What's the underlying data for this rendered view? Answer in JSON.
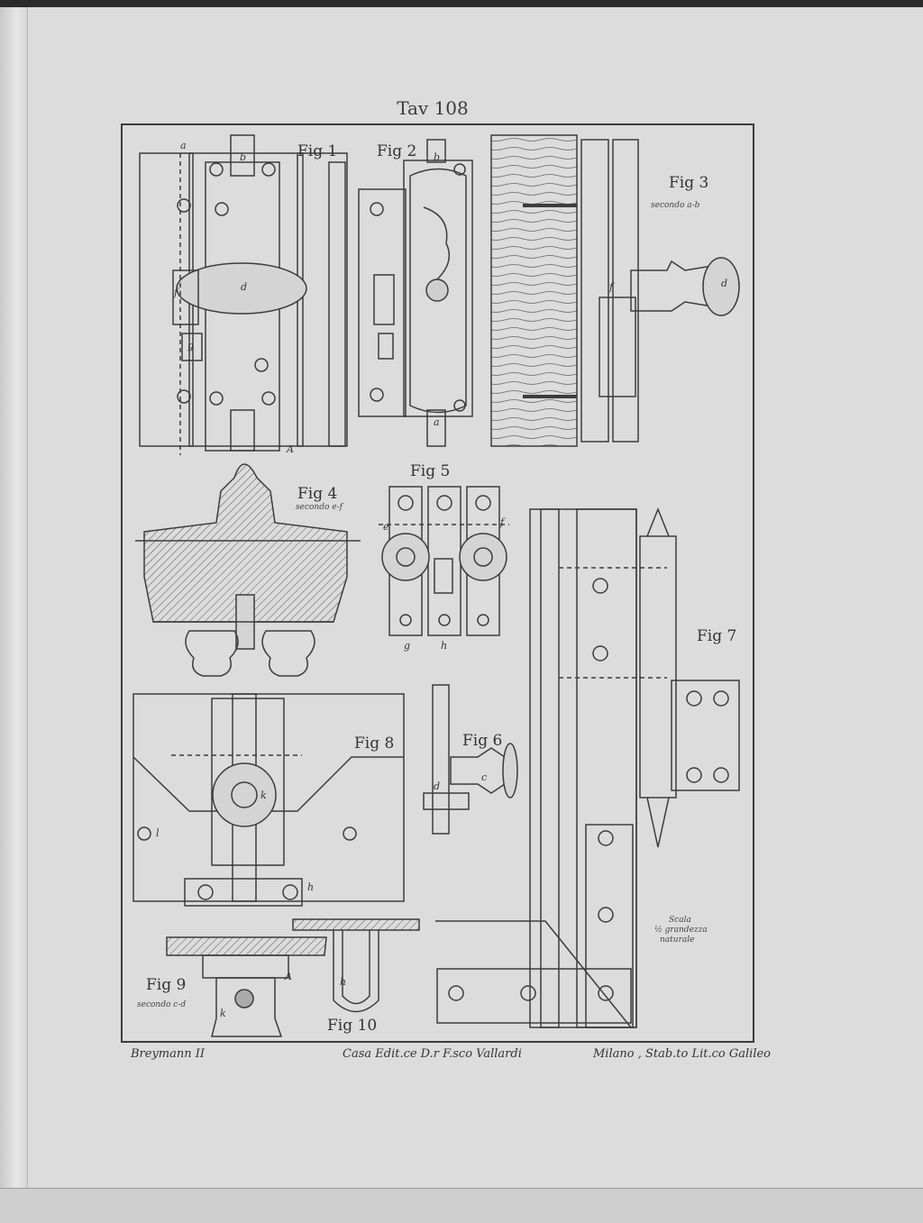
{
  "plate": {
    "title": "Tav 108",
    "footer_left": "Breymann II",
    "footer_center": "Casa Edit.ce D.r F.sco Vallardi",
    "footer_right": "Milano , Stab.to Lit.co Galileo"
  },
  "figures": {
    "fig1": "Fig 1",
    "fig2": "Fig 2",
    "fig3": "Fig 3",
    "fig3_sub": "secondo a-b",
    "fig4": "Fig 4",
    "fig4_sub": "secondo e-f",
    "fig5": "Fig 5",
    "fig6": "Fig 6",
    "fig7": "Fig 7",
    "fig8": "Fig 8",
    "fig9": "Fig 9",
    "fig9_sub": "secondo c-d",
    "fig10": "Fig 10"
  },
  "scale_note": {
    "line1": "Scala",
    "line2": "½ grandezza",
    "line3": "naturale"
  },
  "letters": {
    "a": "a",
    "b": "b",
    "c": "c",
    "d": "d",
    "e": "e",
    "f": "f",
    "g": "g",
    "h": "h",
    "k": "k",
    "l": "l",
    "A": "A"
  },
  "colors": {
    "paper": "#dcdcdc",
    "ink": "#3c3c3c"
  }
}
